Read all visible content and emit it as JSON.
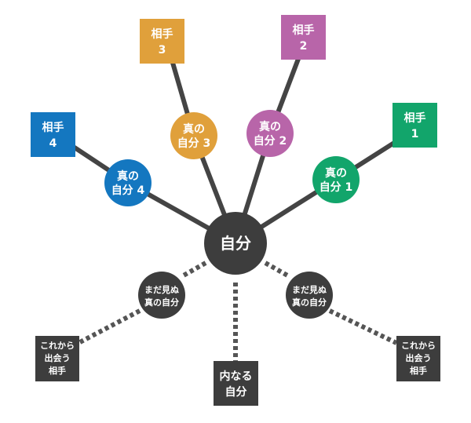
{
  "center": {
    "label": "自分",
    "color": "#3d3d3d"
  },
  "branches": [
    {
      "id": "1",
      "self_label": [
        "真の",
        "自分 1"
      ],
      "partner_label": [
        "相手",
        "1"
      ],
      "color": "#12a56b"
    },
    {
      "id": "2",
      "self_label": [
        "真の",
        "自分 2"
      ],
      "partner_label": [
        "相手",
        "2"
      ],
      "color": "#b865a9"
    },
    {
      "id": "3",
      "self_label": [
        "真の",
        "自分 3"
      ],
      "partner_label": [
        "相手",
        "3"
      ],
      "color": "#e0a03b"
    },
    {
      "id": "4",
      "self_label": [
        "真の",
        "自分 4"
      ],
      "partner_label": [
        "相手",
        "4"
      ],
      "color": "#1477c0"
    }
  ],
  "future": {
    "self_label": [
      "まだ見ぬ",
      "真の自分"
    ],
    "partner_label": [
      "これから",
      "出会う",
      "相手"
    ],
    "inner_label": [
      "内なる",
      "自分"
    ],
    "color": "#3d3d3d",
    "line_color": "#555555"
  }
}
